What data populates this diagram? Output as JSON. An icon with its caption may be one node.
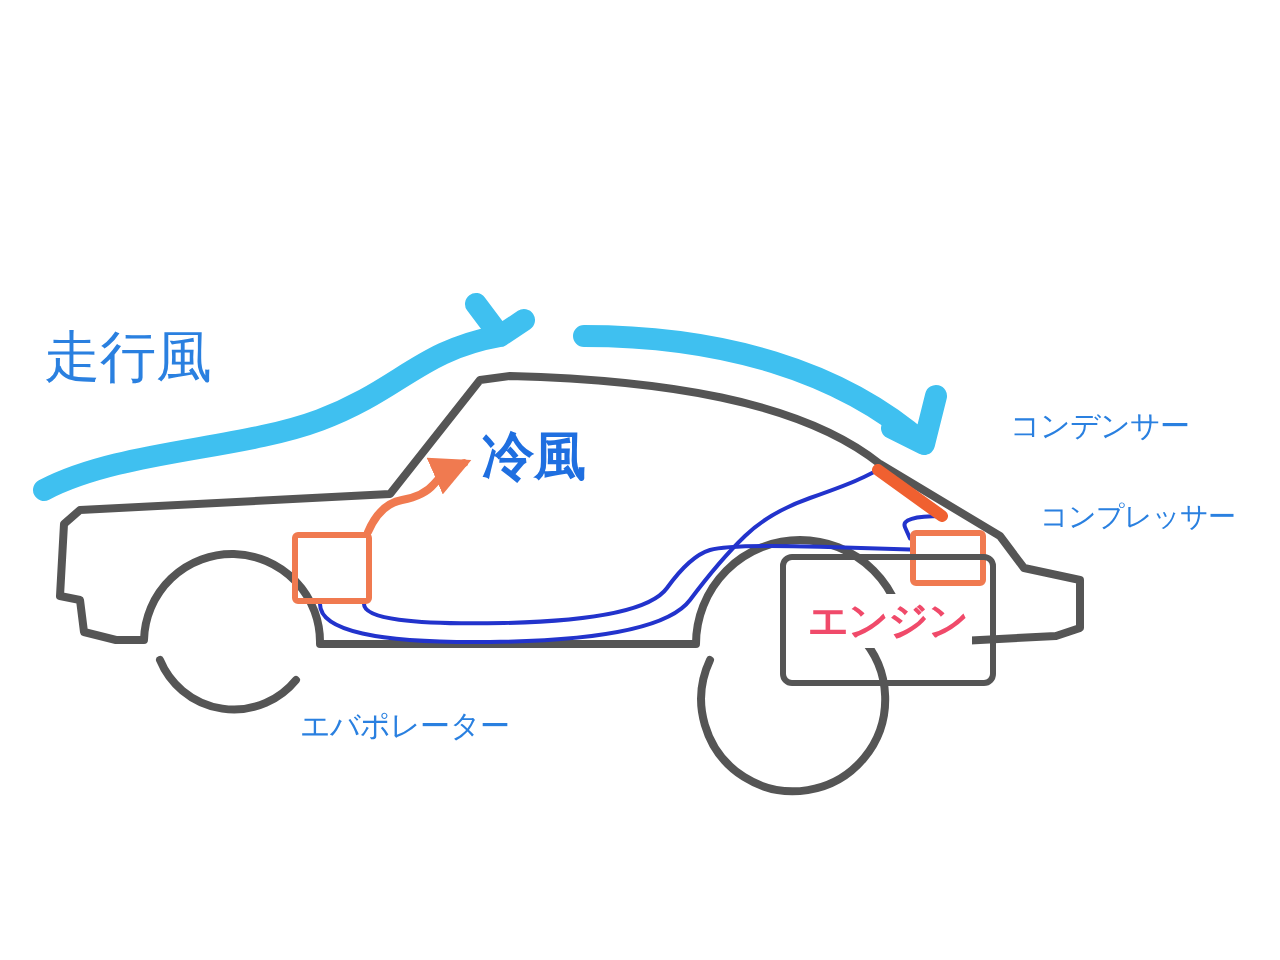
{
  "diagram": {
    "nodes": [
      {
        "text": [],
        "shape": "box"
      },
      {
        "text": [
          "冷風"
        ]
      },
      {
        "text": [],
        "shape": "bar"
      },
      {
        "text": [],
        "shape": "box"
      },
      {
        "text": [
          "エンジン"
        ]
      }
    ],
    "edges": [
      {
        "from": 0,
        "to": 2,
        "arrow": "none"
      },
      {
        "from": 0,
        "to": 3,
        "arrow": "none"
      },
      {
        "from": 2,
        "to": 3,
        "arrow": "none"
      },
      {
        "from": 0,
        "to": 1,
        "arrow": "to",
        "style": "thick",
        "color": "#f07a50"
      }
    ],
    "labels": [
      "走行風",
      "コンデンサー",
      "コンプレッサー",
      "エバポレーター"
    ]
  }
}
